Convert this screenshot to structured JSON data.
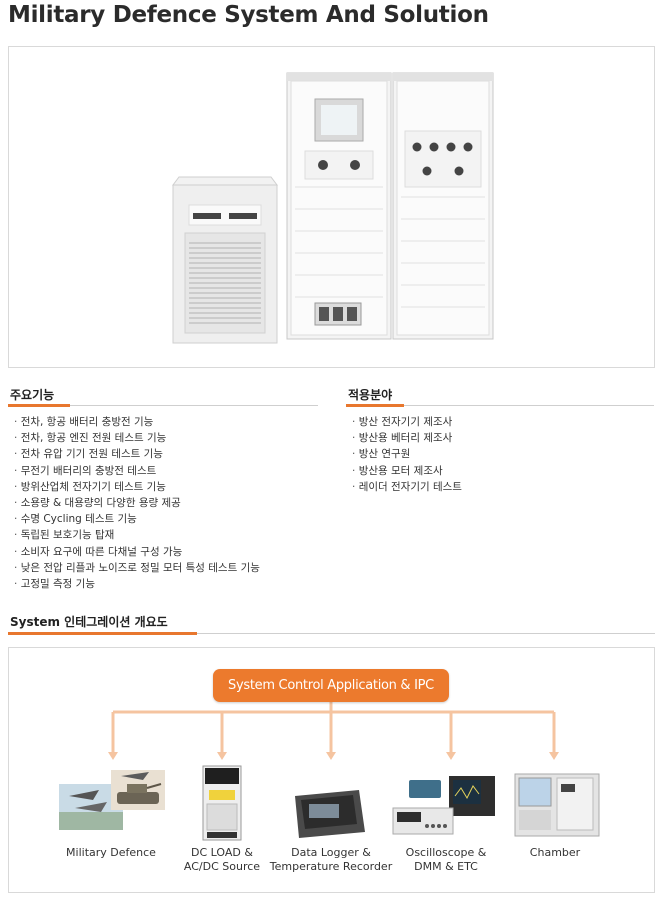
{
  "page": {
    "title": "Military Defence System And Solution"
  },
  "features": {
    "heading": "주요기능",
    "items": [
      "전차, 항공 배터리 충방전 기능",
      "전차, 항공 엔진 전원 테스트 기능",
      "전차 유압 기기 전원 테스트 기능",
      "무전기 배터리의 충방전 테스트",
      "방위산업체 전자기기 테스트 기능",
      "소용량 & 대용량의 다양한 용량 제공",
      "수명 Cycling 테스트 기능",
      "독립된 보호기능 탑재",
      "소비자 요구에 따른 다채널 구성 가능",
      "낮은 전압 리플과 노이즈로 정밀 모터 특성 테스트 기능",
      "고정밀 측정 기능"
    ]
  },
  "applications": {
    "heading": "적용분야",
    "items": [
      "방산 전자기기 제조사",
      "방산용 베터리 제조사",
      "방산 연구원",
      "방산용 모터 제조사",
      "레이더 전자기기 테스트"
    ]
  },
  "integration": {
    "heading": "System 인테그레이션 개요도",
    "control_label": "System Control Application & IPC",
    "nodes": [
      {
        "line1": "Military Defence",
        "line2": ""
      },
      {
        "line1": "DC LOAD &",
        "line2": "AC/DC Source"
      },
      {
        "line1": "Data Logger &",
        "line2": "Temperature Recorder"
      },
      {
        "line1": "Oscilloscope &",
        "line2": "DMM & ETC"
      },
      {
        "line1": "Chamber",
        "line2": ""
      }
    ]
  },
  "colors": {
    "accent": "#e8772e",
    "connector": "#f5c4a0"
  }
}
